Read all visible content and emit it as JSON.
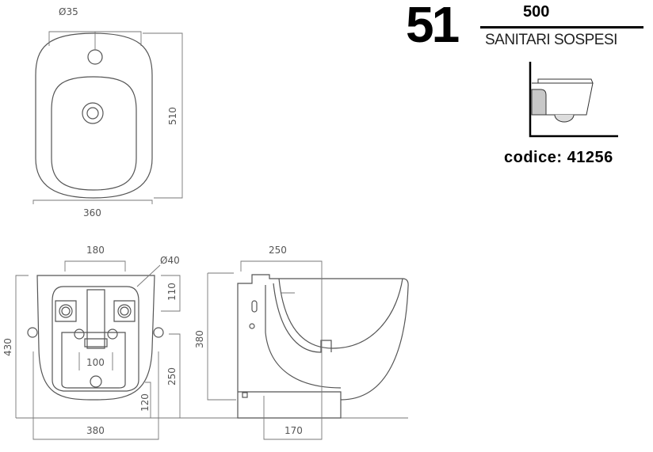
{
  "header": {
    "number": "51",
    "series": "500",
    "category": "SANITARI SOSPESI",
    "code": "codice: 41256"
  },
  "top_view": {
    "hole_diameter": "Ø35",
    "depth": "510",
    "width": "360"
  },
  "back_view": {
    "spacing_top": "180",
    "inlet_diameter": "Ø40",
    "inlet_height": "110",
    "total_height": "430",
    "width_bottom": "380",
    "drain_width": "100",
    "fix_height": "250",
    "drain_height": "120"
  },
  "side_view": {
    "top_depth": "250",
    "height": "380",
    "bottom_depth": "170"
  }
}
